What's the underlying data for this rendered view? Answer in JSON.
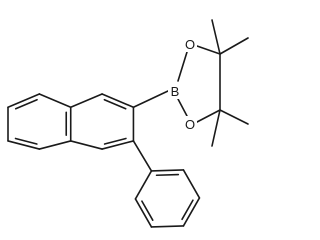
{
  "molecule": {
    "atoms": {
      "boron": "B",
      "oxygen_top": "O",
      "oxygen_bottom": "O"
    }
  }
}
